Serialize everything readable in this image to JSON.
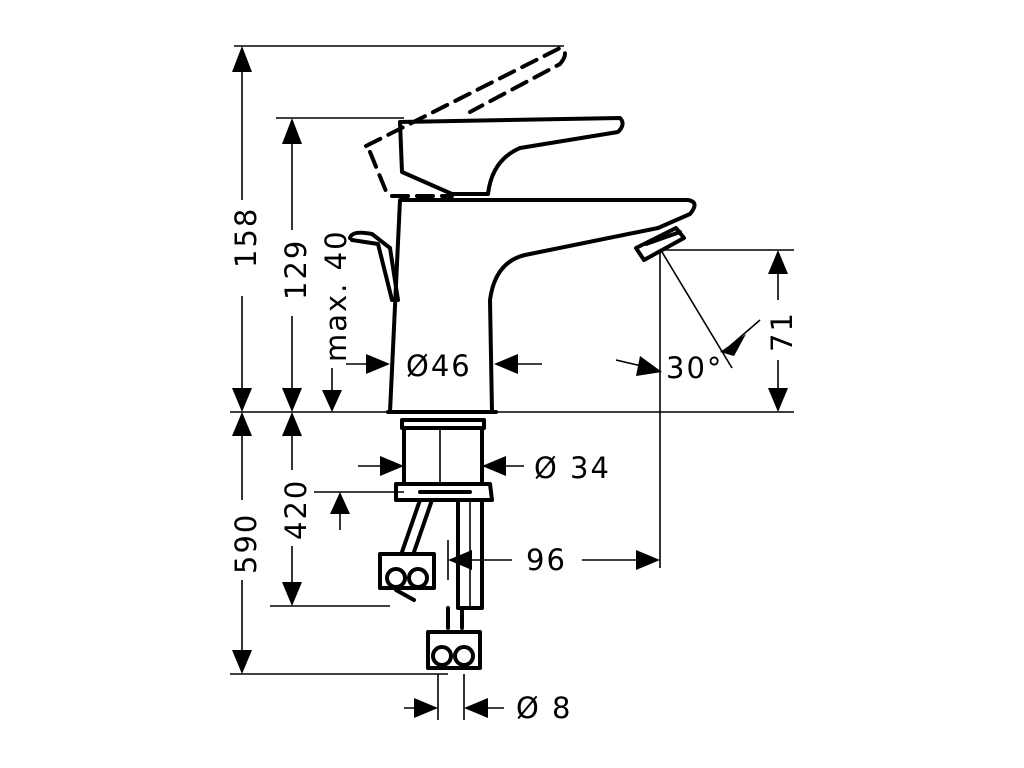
{
  "dimensions": {
    "total_height": "158",
    "spout_height": "129",
    "max_thickness": "max. 40",
    "body_diameter": "Ø46",
    "spray_angle": "30°",
    "outlet_height": "71",
    "shank_diameter": "Ø 34",
    "shank_length": "420",
    "hose_length": "590",
    "projection": "96",
    "hose_diameter": "Ø 8"
  }
}
